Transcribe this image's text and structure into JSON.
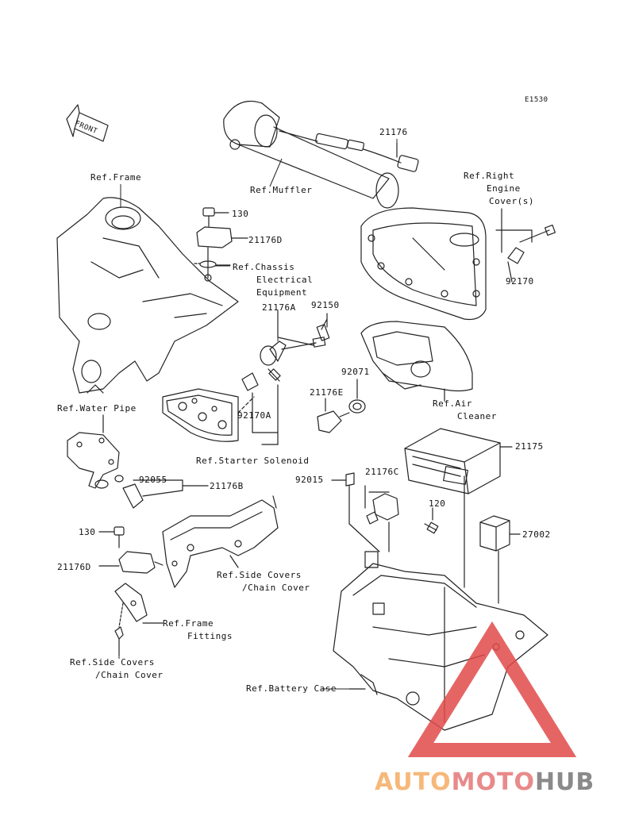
{
  "diagram_code": "E1530",
  "front_arrow": "FRONT",
  "labels": {
    "p21176": "21176",
    "ref_muffler": "Ref.Muffler",
    "ref_right_engine_cover_1": "Ref.Right",
    "ref_right_engine_cover_2": "Engine",
    "ref_right_engine_cover_3": "Cover(s)",
    "ref_frame": "Ref.Frame",
    "p130_top": "130",
    "p21176D_top": "21176D",
    "ref_chassis_1": "Ref.Chassis",
    "ref_chassis_2": "Electrical",
    "ref_chassis_3": "Equipment",
    "p92170_right": "92170",
    "p21176A": "21176A",
    "p92150": "92150",
    "p92071": "92071",
    "p21176E": "21176E",
    "ref_air_cleaner_1": "Ref.Air",
    "ref_air_cleaner_2": "Cleaner",
    "ref_water_pipe": "Ref.Water Pipe",
    "p92170A": "92170A",
    "ref_starter_solenoid": "Ref.Starter Solenoid",
    "p21175": "21175",
    "p92055": "92055",
    "p21176B": "21176B",
    "p92015": "92015",
    "p21176C": "21176C",
    "p120": "120",
    "p130_bottom": "130",
    "p27002": "27002",
    "p21176D_bottom": "21176D",
    "ref_side_covers_1_1": "Ref.Side Covers",
    "ref_side_covers_1_2": "/Chain Cover",
    "ref_frame_fittings_1": "Ref.Frame",
    "ref_frame_fittings_2": "Fittings",
    "ref_side_covers_2_1": "Ref.Side Covers",
    "ref_side_covers_2_2": "/Chain Cover",
    "ref_battery_case": "Ref.Battery Case"
  },
  "watermark": {
    "part1": "AUTO",
    "part2": "MOTO",
    "part3": "HUB"
  },
  "colors": {
    "line": "#222222",
    "watermark_red": "#e04a4a",
    "watermark_orange": "#f6b87a",
    "watermark_gray": "#8a8a8a"
  }
}
